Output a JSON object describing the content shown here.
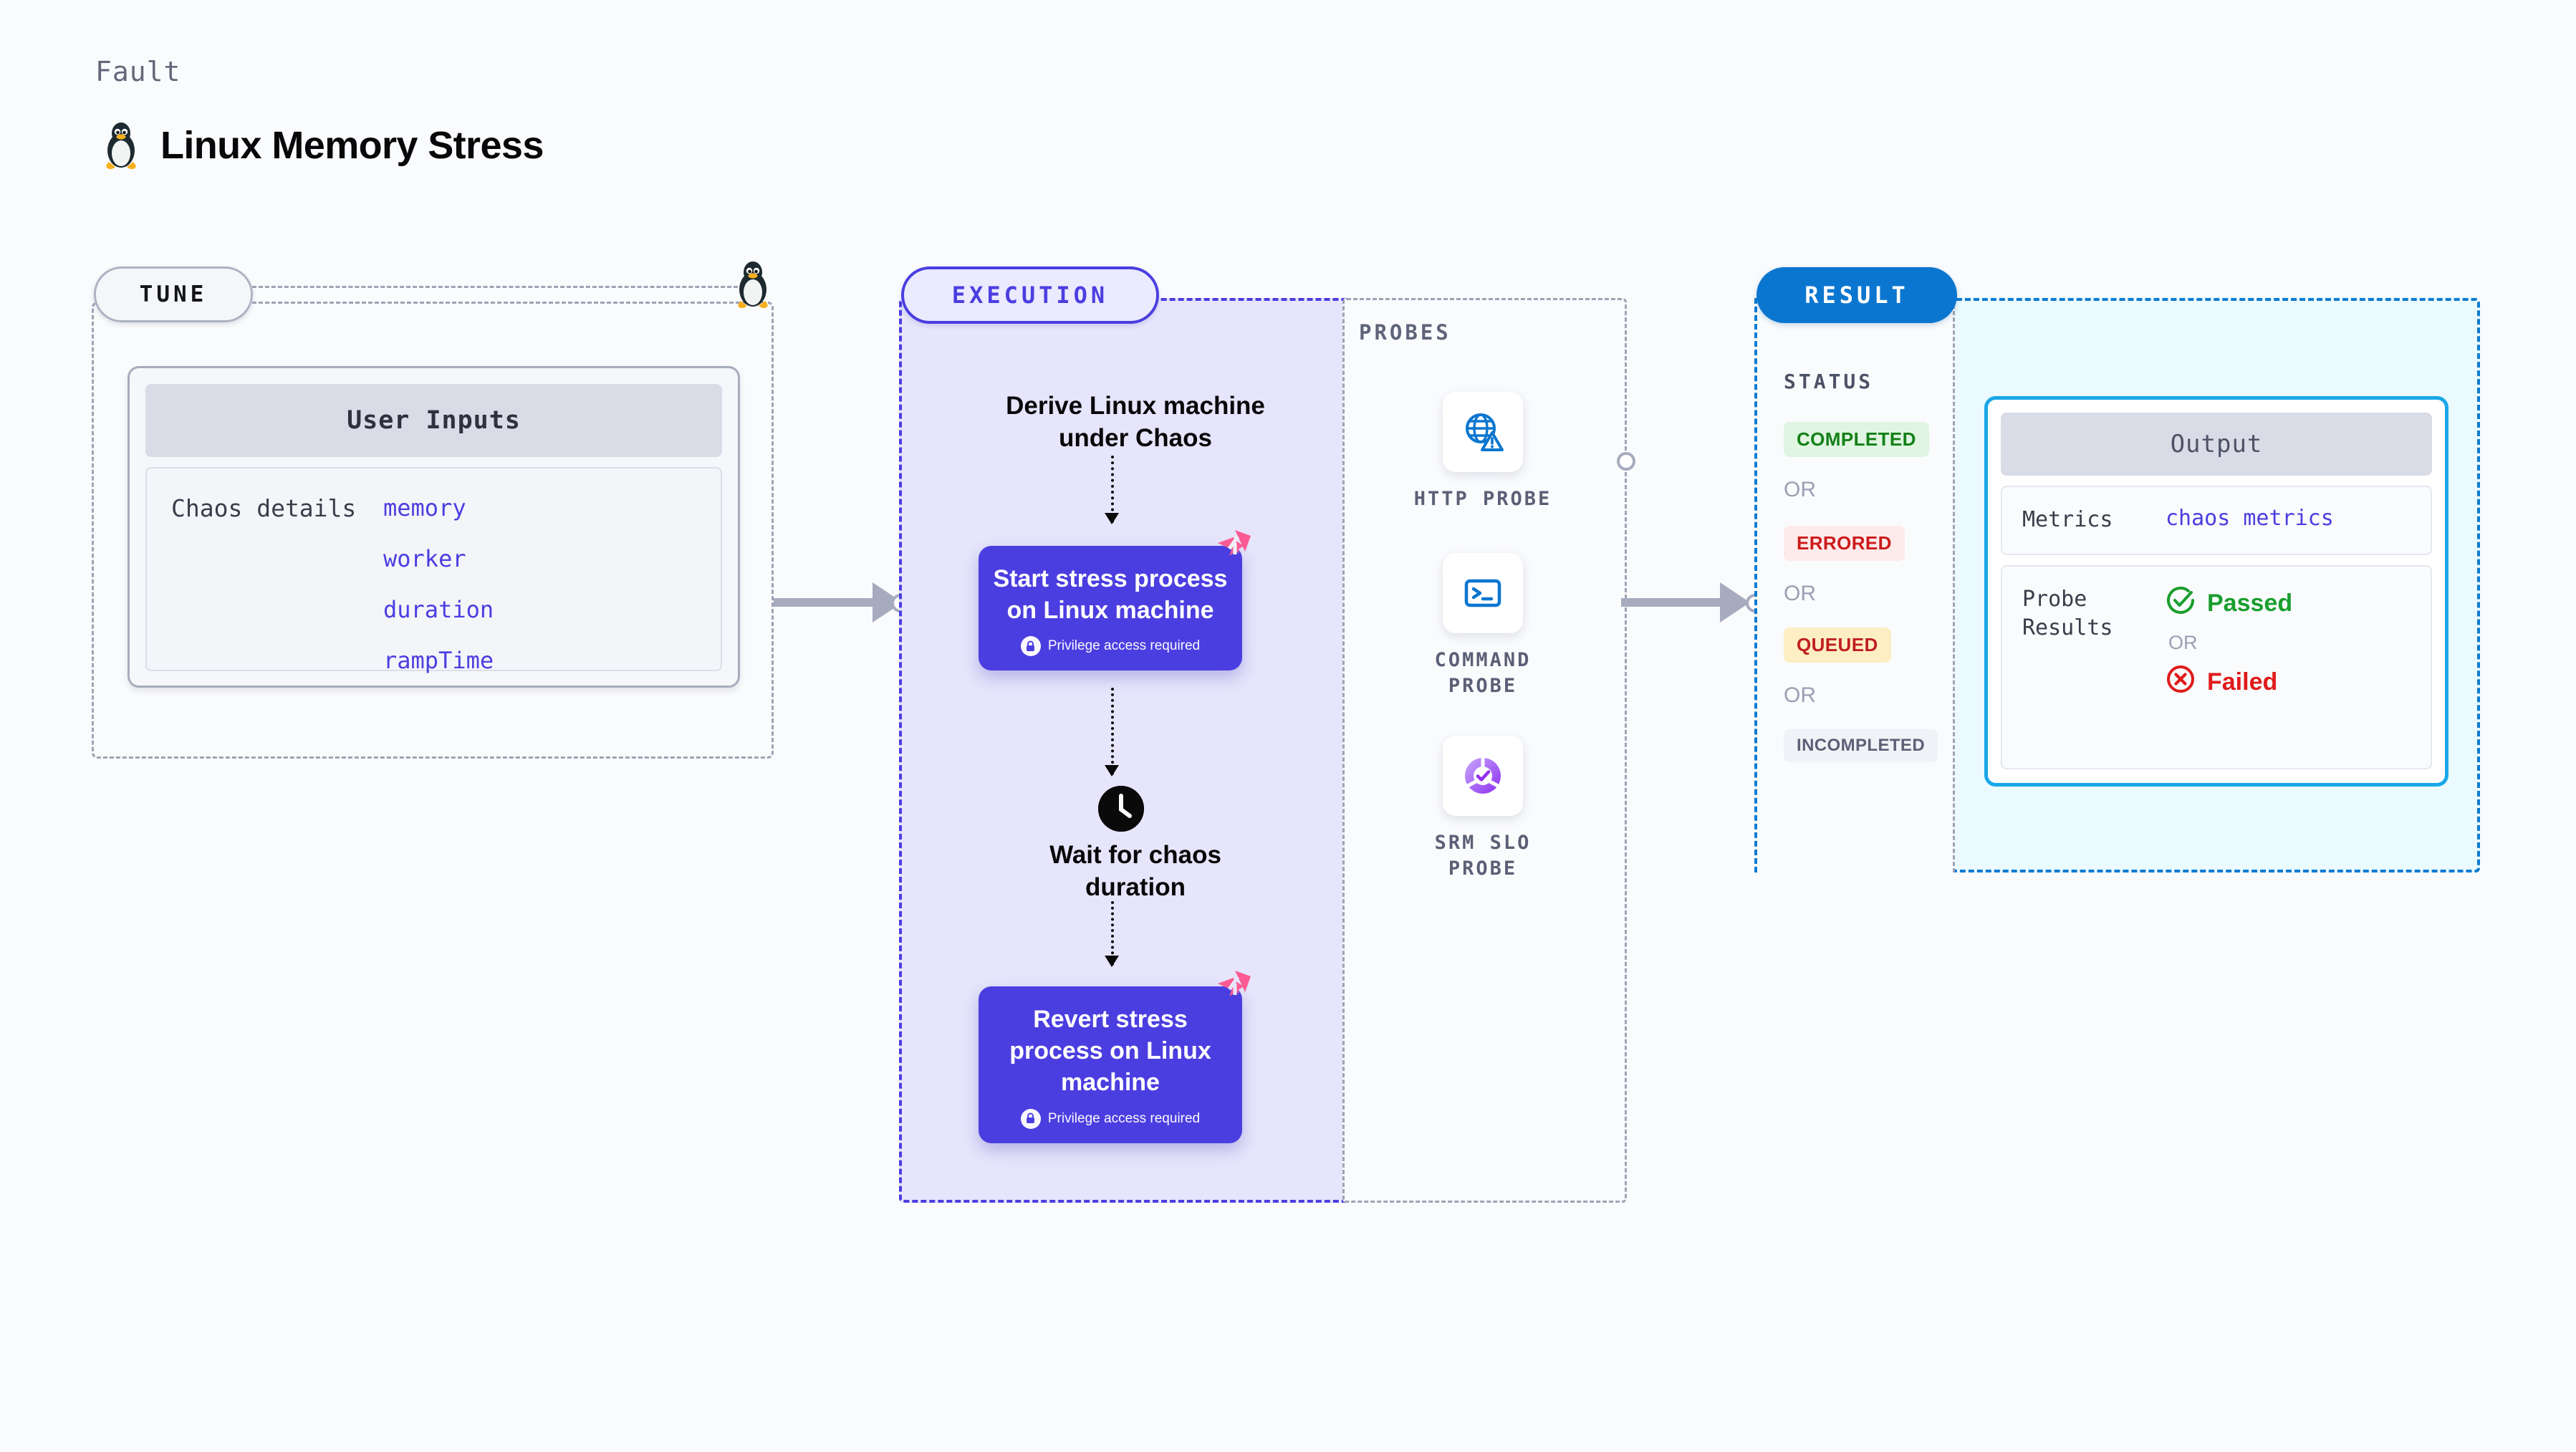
{
  "header": {
    "eyebrow": "Fault",
    "title": "Linux Memory Stress",
    "logo_icon": "linux-penguin-icon"
  },
  "tune": {
    "badge": "TUNE",
    "penguin_icon": "linux-penguin-icon",
    "card": {
      "header": "User Inputs",
      "details_label": "Chaos details",
      "params": [
        "memory",
        "worker",
        "duration",
        "rampTime"
      ]
    }
  },
  "execution": {
    "badge": "EXECUTION",
    "steps": [
      {
        "type": "text",
        "label": "Derive Linux machine\nunder Chaos"
      },
      {
        "type": "card",
        "title": "Start stress process on Linux machine",
        "note": "Privilege access required",
        "note_icon": "lock-icon",
        "corner_icon": "harness-logo-icon"
      },
      {
        "type": "clock",
        "icon": "clock-icon",
        "label": "Wait for chaos\nduration"
      },
      {
        "type": "card",
        "title": "Revert stress process on Linux machine",
        "note": "Privilege access required",
        "note_icon": "lock-icon",
        "corner_icon": "harness-logo-icon"
      }
    ]
  },
  "probes": {
    "label": "PROBES",
    "items": [
      {
        "caption": "HTTP PROBE",
        "icon": "globe-warning-icon"
      },
      {
        "caption": "COMMAND PROBE",
        "icon": "terminal-icon"
      },
      {
        "caption": "SRM SLO PROBE",
        "icon": "slo-donut-check-icon"
      }
    ]
  },
  "result": {
    "badge": "RESULT",
    "status_label": "STATUS",
    "or_label": "OR",
    "statuses": [
      {
        "label": "COMPLETED",
        "bg": "#e0f5e2",
        "fg": "#128016"
      },
      {
        "label": "ERRORED",
        "bg": "#fdeaea",
        "fg": "#cc1a1a"
      },
      {
        "label": "QUEUED",
        "bg": "#fdeec4",
        "fg": "#c01f1f"
      },
      {
        "label": "INCOMPLETED",
        "bg": "#f1f2f7",
        "fg": "#5c6076"
      }
    ],
    "output": {
      "header": "Output",
      "metrics_key": "Metrics",
      "metrics_value": "chaos metrics",
      "probe_results_key": "Probe Results",
      "passed_label": "Passed",
      "passed_icon": "check-circle-icon",
      "failed_label": "Failed",
      "failed_icon": "x-circle-icon",
      "or_label": "OR"
    }
  },
  "colors": {
    "accent_purple": "#4b3ee0",
    "accent_blue": "#0b76cf",
    "accent_cyan": "#18a7e8",
    "pink": "#fb5b92",
    "grey_dash": "#9ea3b4",
    "canvas": "#fafbfd"
  }
}
